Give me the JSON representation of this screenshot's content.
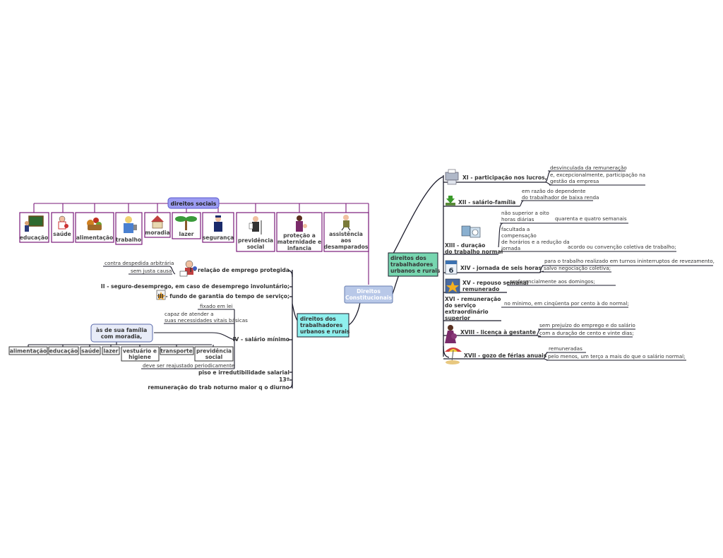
{
  "central": "Direitos Constitucionais",
  "colors": {
    "central_fill": "#b8c8e8",
    "left_hub_fill": "#8ff0ee",
    "right_hub_fill": "#77d6b0",
    "social_fill": "#9c9cf2",
    "box_border": "#7a1a7a",
    "line": "#1a1a2a",
    "link": "#7a1a7a",
    "moradia_fill": "#e8ecf8"
  },
  "left_hub": "direitos dos trabalhadores urbanos e rurais",
  "right_hub": "direitos dos trabalhadores urbanos e rurais",
  "social": {
    "title": "direitos sociais",
    "items": [
      {
        "label": "educação",
        "icon": "teacher-icon"
      },
      {
        "label": "saúde",
        "icon": "doctor-icon"
      },
      {
        "label": "alimentação",
        "icon": "food-basket-icon"
      },
      {
        "label": "trabalho",
        "icon": "worker-icon"
      },
      {
        "label": "moradia",
        "icon": "house-icon"
      },
      {
        "label": "lazer",
        "icon": "palm-tree-icon"
      },
      {
        "label": "segurança",
        "icon": "police-icon"
      },
      {
        "label": "previdência social",
        "icon": "elderly-man-icon"
      },
      {
        "label": "proteção a maternidade e infancia",
        "icon": "mother-child-icon"
      },
      {
        "label": "assistência aos desamparados",
        "icon": "homeless-person-icon"
      }
    ]
  },
  "left": {
    "i": {
      "label": "I - relação de emprego protegida",
      "notes": [
        "contra despedida arbitrária",
        "sem justa causa"
      ]
    },
    "ii": {
      "label": "II - seguro-desemprego, em caso de desemprego involuntário;"
    },
    "iii": {
      "label": "III - fundo de garantia do tempo de serviço;"
    },
    "iv": {
      "label": "IV - salário mínimo",
      "notes": [
        "fixado em lei",
        "capaz de atender a suas necessidades vitais básicas",
        "deve ser reajustado periodicamente"
      ],
      "moradia": "às de sua família com moradia,",
      "needs": [
        "alimentação",
        "educação",
        "saúde",
        "lazer",
        "vestuário e higiene",
        "transporte",
        "previdência social"
      ]
    },
    "v": {
      "label": "piso e irredutibilidade salarial"
    },
    "thirteen": {
      "label": "13º"
    },
    "night": {
      "label": "remuneração do trab noturno maior q o diurno"
    }
  },
  "right": {
    "xi": {
      "label": "XI - participação nos lucros,",
      "notes": [
        "desvinculada da remuneração",
        "e, excepcionalmente, participação na gestão da empresa"
      ]
    },
    "xii": {
      "label": "XII - salário-família",
      "notes": [
        "em razão do dependente do trabalhador de baixa renda"
      ]
    },
    "xiii": {
      "label": "XIII - duração do trabalho normal",
      "notes": [
        "não superior a oito horas diárias",
        "quarenta e quatro semanais",
        "facultada a compensação de horários e a redução da jornada",
        "acordo ou convenção coletiva de trabalho;"
      ]
    },
    "xiv": {
      "label": "XIV - jornada de seis horas",
      "calendar": "6",
      "notes": [
        "para o trabalho realizado em turnos ininterruptos de revezamento,",
        "salvo negociação coletiva;"
      ]
    },
    "xv": {
      "label": "XV - repouso semanal remunerado",
      "notes": [
        "preferencialmente aos domingos;"
      ]
    },
    "xvi": {
      "label": "XVI - remuneração do serviço extraordinário superior",
      "notes": [
        "no mínimo, em cinqüenta por cento à do normal;"
      ]
    },
    "xviii": {
      "label": "XVIII - licença à gestante",
      "notes": [
        "sem prejuízo do emprego e do salário",
        "com a duração de cento e vinte dias;"
      ]
    },
    "xvii": {
      "label": "XVII - gozo de férias anuais",
      "notes": [
        "remuneradas",
        "pelo menos, um terço a mais do que o salário normal;"
      ]
    }
  }
}
